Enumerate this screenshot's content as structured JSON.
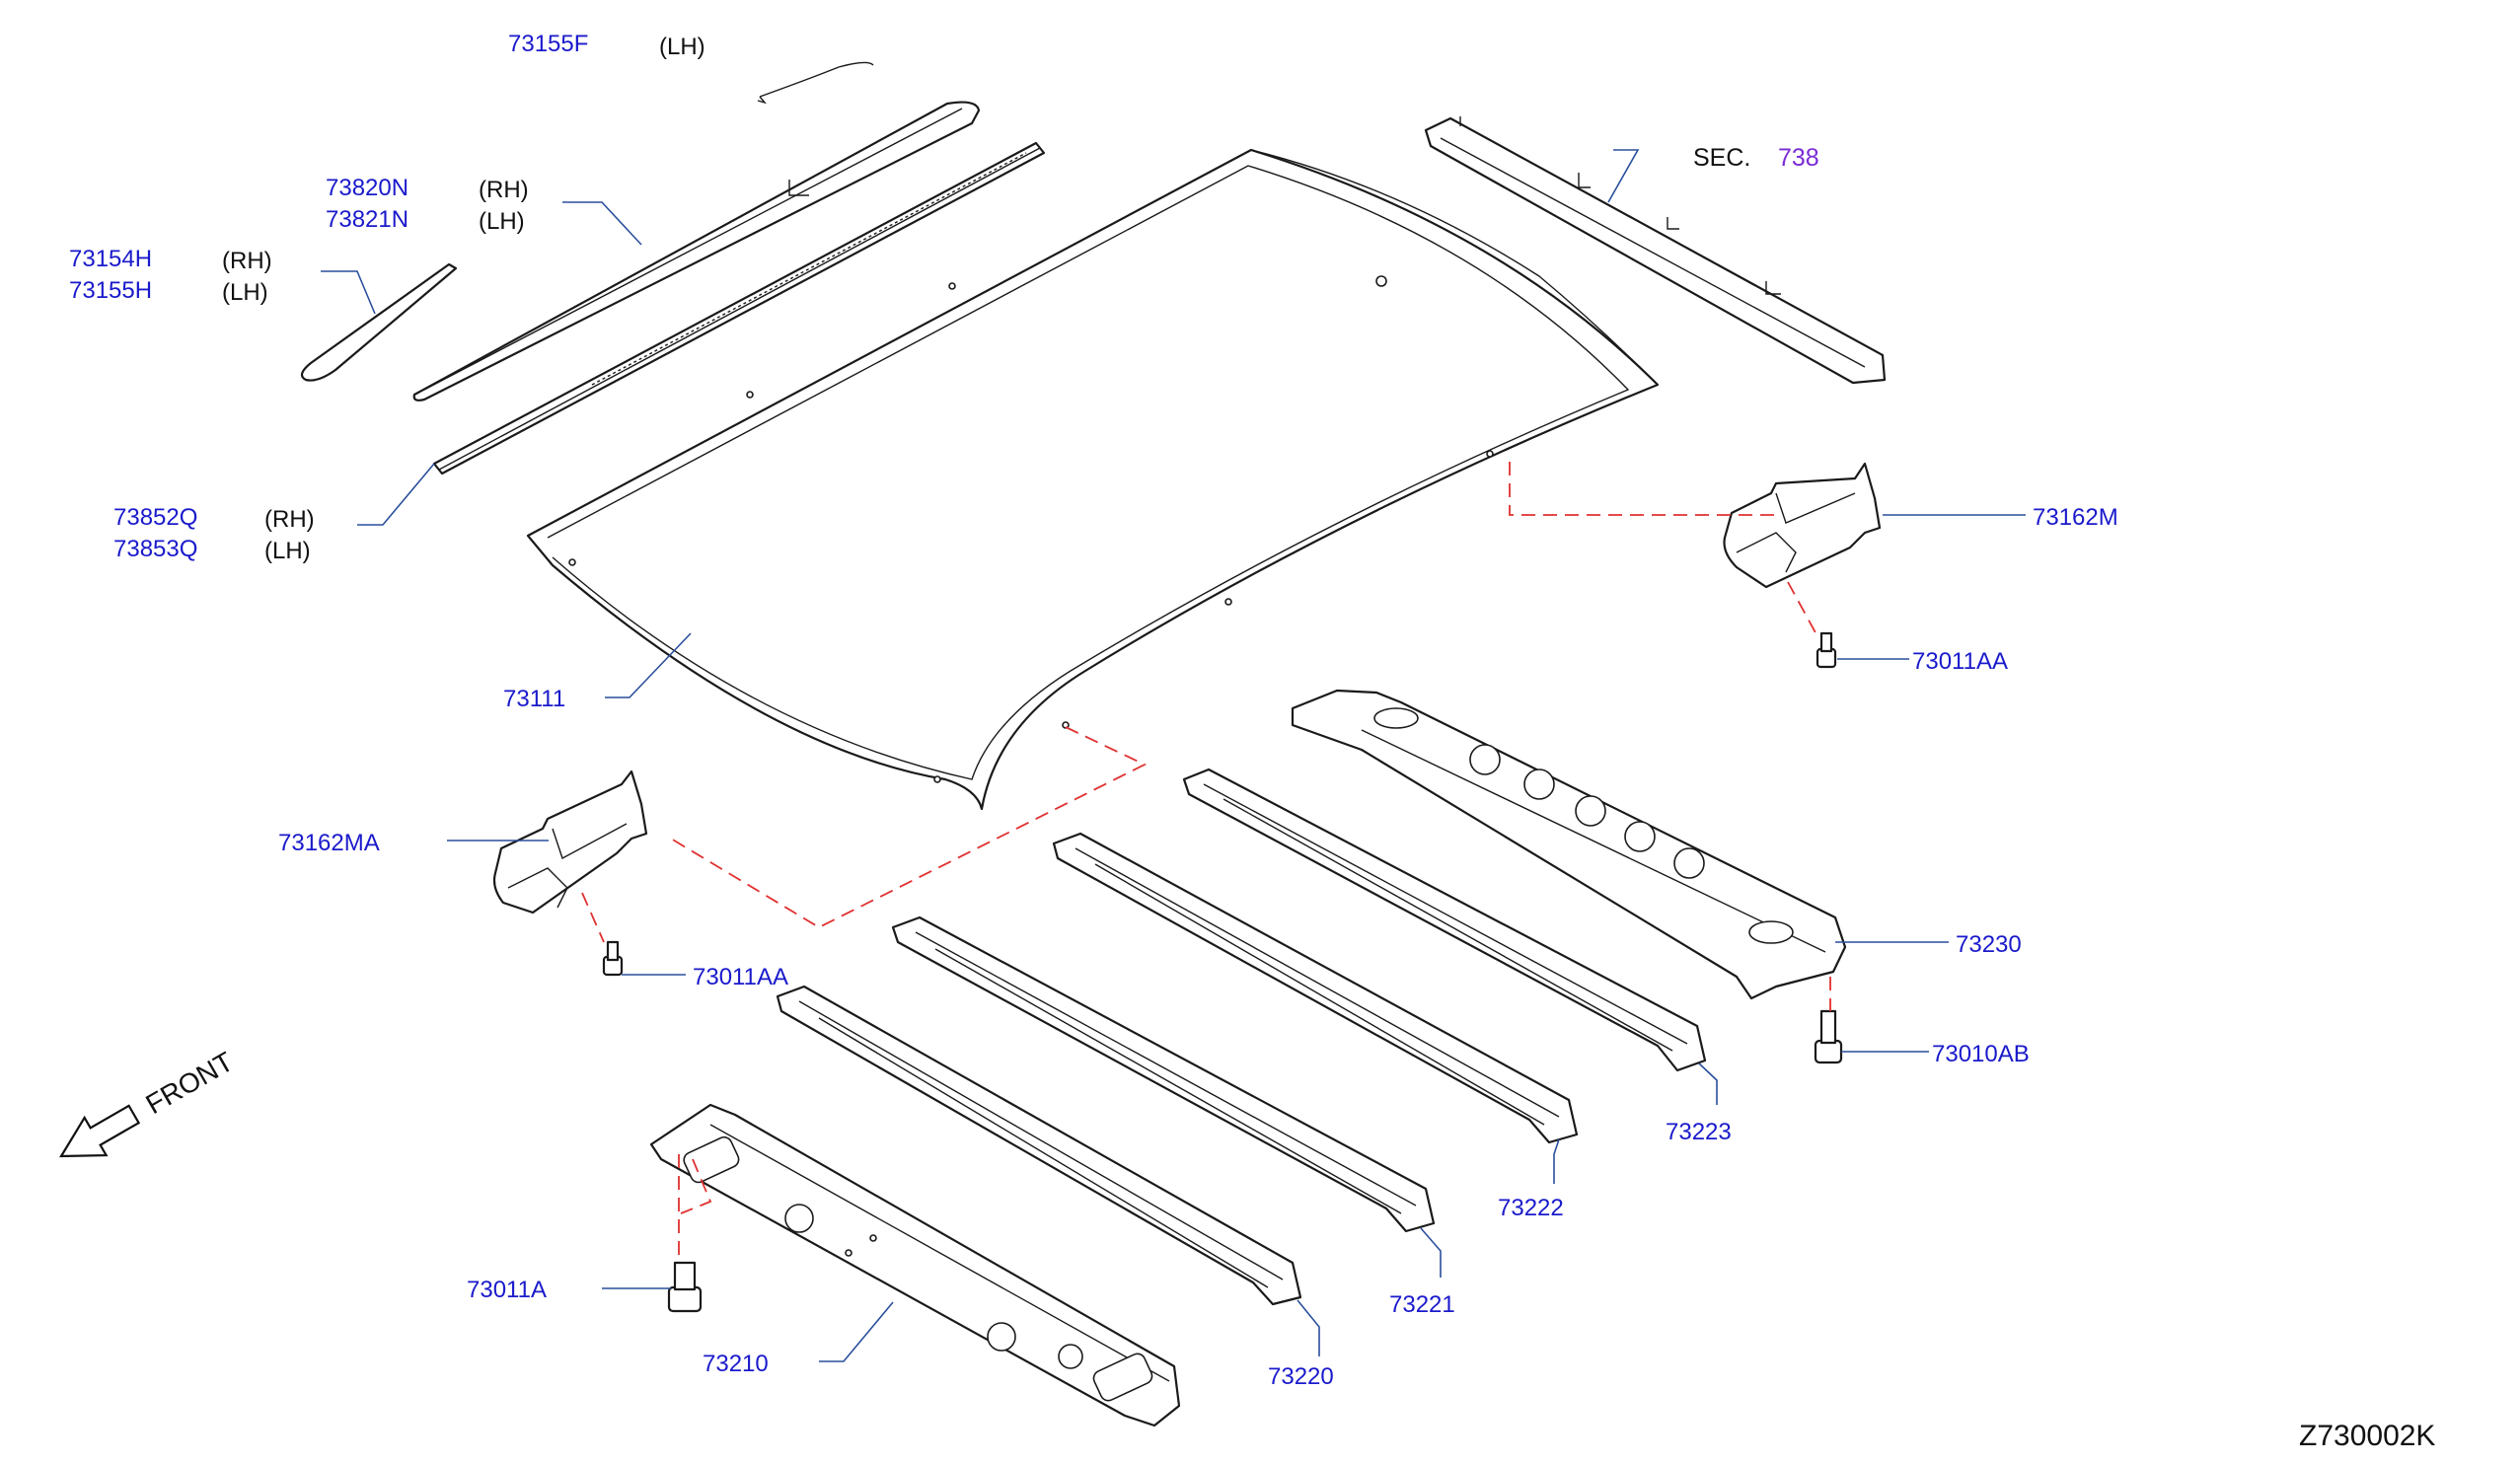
{
  "callouts": {
    "p73155F": "73155F",
    "p73155F_side": "(LH)",
    "p73820N": "73820N",
    "p73820N_side": "(RH)",
    "p73821N": "73821N",
    "p73821N_side": "(LH)",
    "p73154H": "73154H",
    "p73154H_side": "(RH)",
    "p73155H": "73155H",
    "p73155H_side": "(LH)",
    "p73852Q": "73852Q",
    "p73852Q_side": "(RH)",
    "p73853Q": "73853Q",
    "p73853Q_side": "(LH)",
    "p73111": "73111",
    "p73162MA": "73162MA",
    "p73011AA_left": "73011AA",
    "p73011A": "73011A",
    "p73210": "73210",
    "p73220": "73220",
    "p73221": "73221",
    "p73222": "73222",
    "p73223": "73223",
    "p73230": "73230",
    "p73010AB": "73010AB",
    "p73162M": "73162M",
    "p73011AA_right": "73011AA",
    "sec_prefix": "SEC.",
    "sec_number": "738"
  },
  "front_label": "FRONT",
  "diagram_code": "Z730002K",
  "colors": {
    "part_number": "#1a1acc",
    "section_ref": "#7a2bd6",
    "leader_line": "#2a4f9c",
    "hidden_line": "#e03030",
    "outline": "#1a1a1a"
  },
  "icons": {
    "front_arrow": "front-arrow-icon"
  }
}
